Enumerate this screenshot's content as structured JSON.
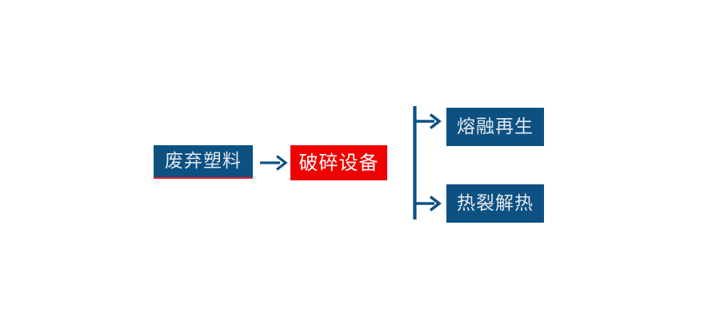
{
  "diagram": {
    "title": "waste-plastic-recycling-flow",
    "type": "flowchart",
    "background_color": "#FFFFFF",
    "colors": {
      "node_blue": "#0D5183",
      "node_red": "#F00000",
      "node_text_light": "#E4E8EC",
      "node_text_white": "#FFFFFF",
      "accent_red_underline": "#E8192C",
      "connector_blue": "#0D5183"
    },
    "nodes": [
      {
        "id": "source",
        "label": "废弃塑料",
        "style": "blue",
        "underline": true
      },
      {
        "id": "equipment",
        "label": "破碎设备",
        "style": "red",
        "underline": false
      },
      {
        "id": "output-1",
        "label": "熔融再生",
        "style": "blue",
        "underline": false
      },
      {
        "id": "output-2",
        "label": "热裂解热",
        "style": "blue",
        "underline": false
      }
    ],
    "connectors": [
      {
        "id": "main-arrow",
        "icon": "arrow-right-icon",
        "from": "source",
        "to": "equipment"
      },
      {
        "id": "branch-bracket",
        "icon": "branch-fork-arrows-icon",
        "from": "equipment",
        "to": "output-1, output-2"
      }
    ]
  }
}
